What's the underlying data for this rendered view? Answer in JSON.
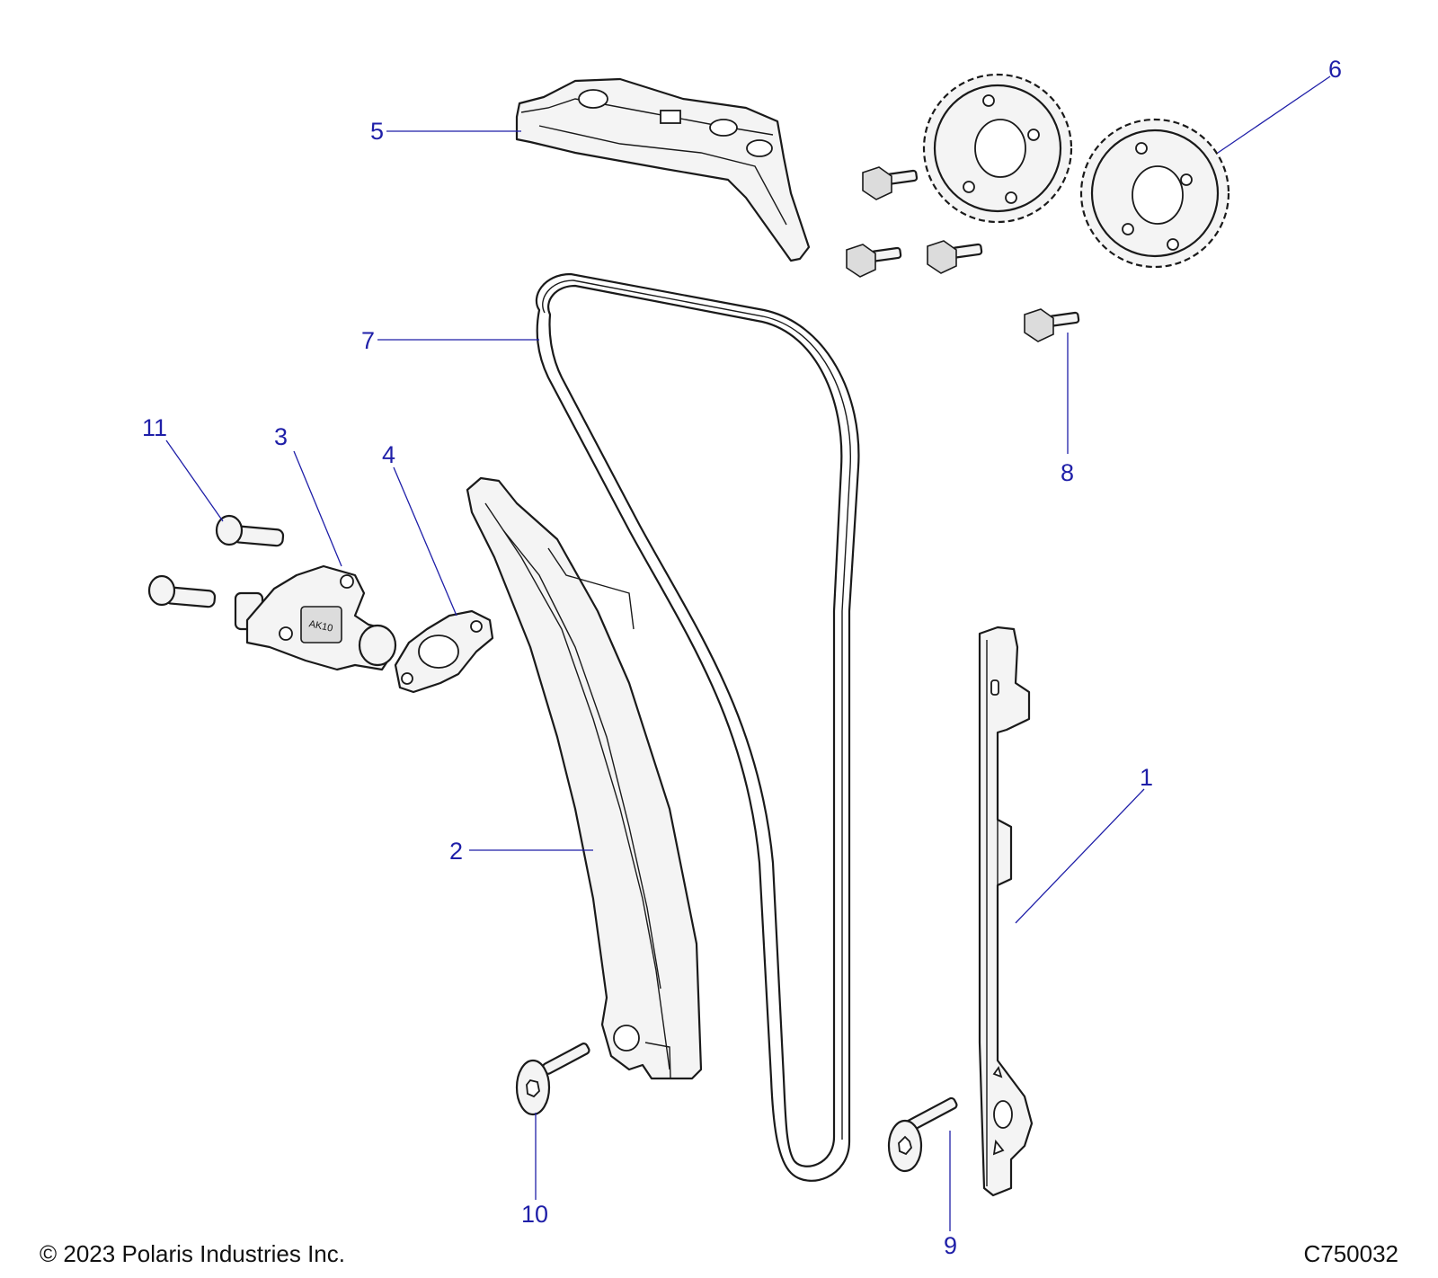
{
  "callouts": {
    "c1": "1",
    "c2": "2",
    "c3": "3",
    "c4": "4",
    "c5": "5",
    "c6": "6",
    "c7": "7",
    "c8": "8",
    "c9": "9",
    "c10": "10",
    "c11": "11"
  },
  "footer": {
    "copyright": "© 2023 Polaris Industries Inc.",
    "drawing_code": "C750032"
  },
  "part_markings": {
    "tensioner": "AK10"
  },
  "colors": {
    "callout": "#1f1fa8",
    "outline": "#1a1a1a",
    "part_fill": "#f4f4f4"
  }
}
